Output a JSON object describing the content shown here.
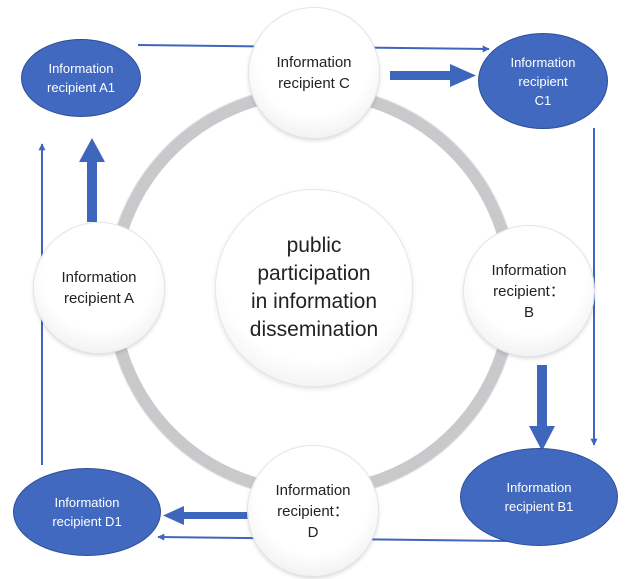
{
  "diagram": {
    "center": {
      "label": "public\nparticipation\nin information\ndissemination"
    },
    "nodes": {
      "a": {
        "label": "Information\nrecipient A"
      },
      "b": {
        "label": "Information\nrecipient：\nB"
      },
      "c": {
        "label": "Information\nrecipient C"
      },
      "d": {
        "label": "Information\nrecipient：\nD"
      },
      "a1": {
        "label": "Information\nrecipient A1"
      },
      "b1": {
        "label": "Information\nrecipient B1"
      },
      "c1": {
        "label": "Information\nrecipient\nC1"
      },
      "d1": {
        "label": "Information\nrecipient D1"
      }
    },
    "colors": {
      "blue_fill": "#4169c0",
      "blue_border": "#2e4f96",
      "arrow": "#3f66bd",
      "ring": "#c9c9cc"
    }
  }
}
